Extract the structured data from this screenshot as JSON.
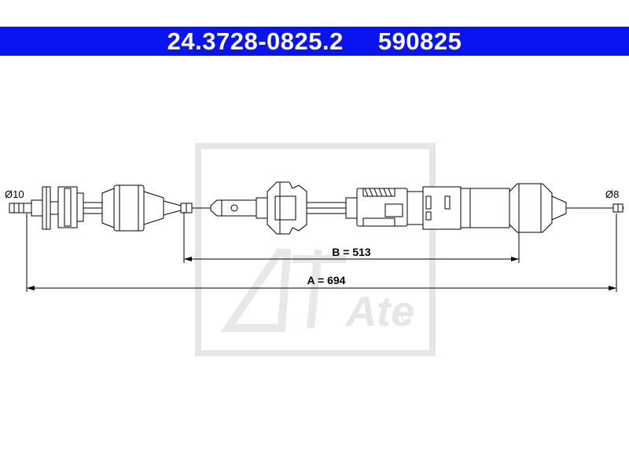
{
  "header": {
    "part_number": "24.3728-0825.2",
    "ref_number": "590825"
  },
  "diagram": {
    "left_diameter": "Ø10",
    "right_diameter": "Ø8",
    "dimension_b": "B = 513",
    "dimension_a": "A = 694"
  },
  "watermark": {
    "brand": "Ate"
  },
  "colors": {
    "header_bg": "#0a14f0",
    "header_text": "#ffffff",
    "line": "#000000",
    "watermark": "#e6e6e6"
  }
}
